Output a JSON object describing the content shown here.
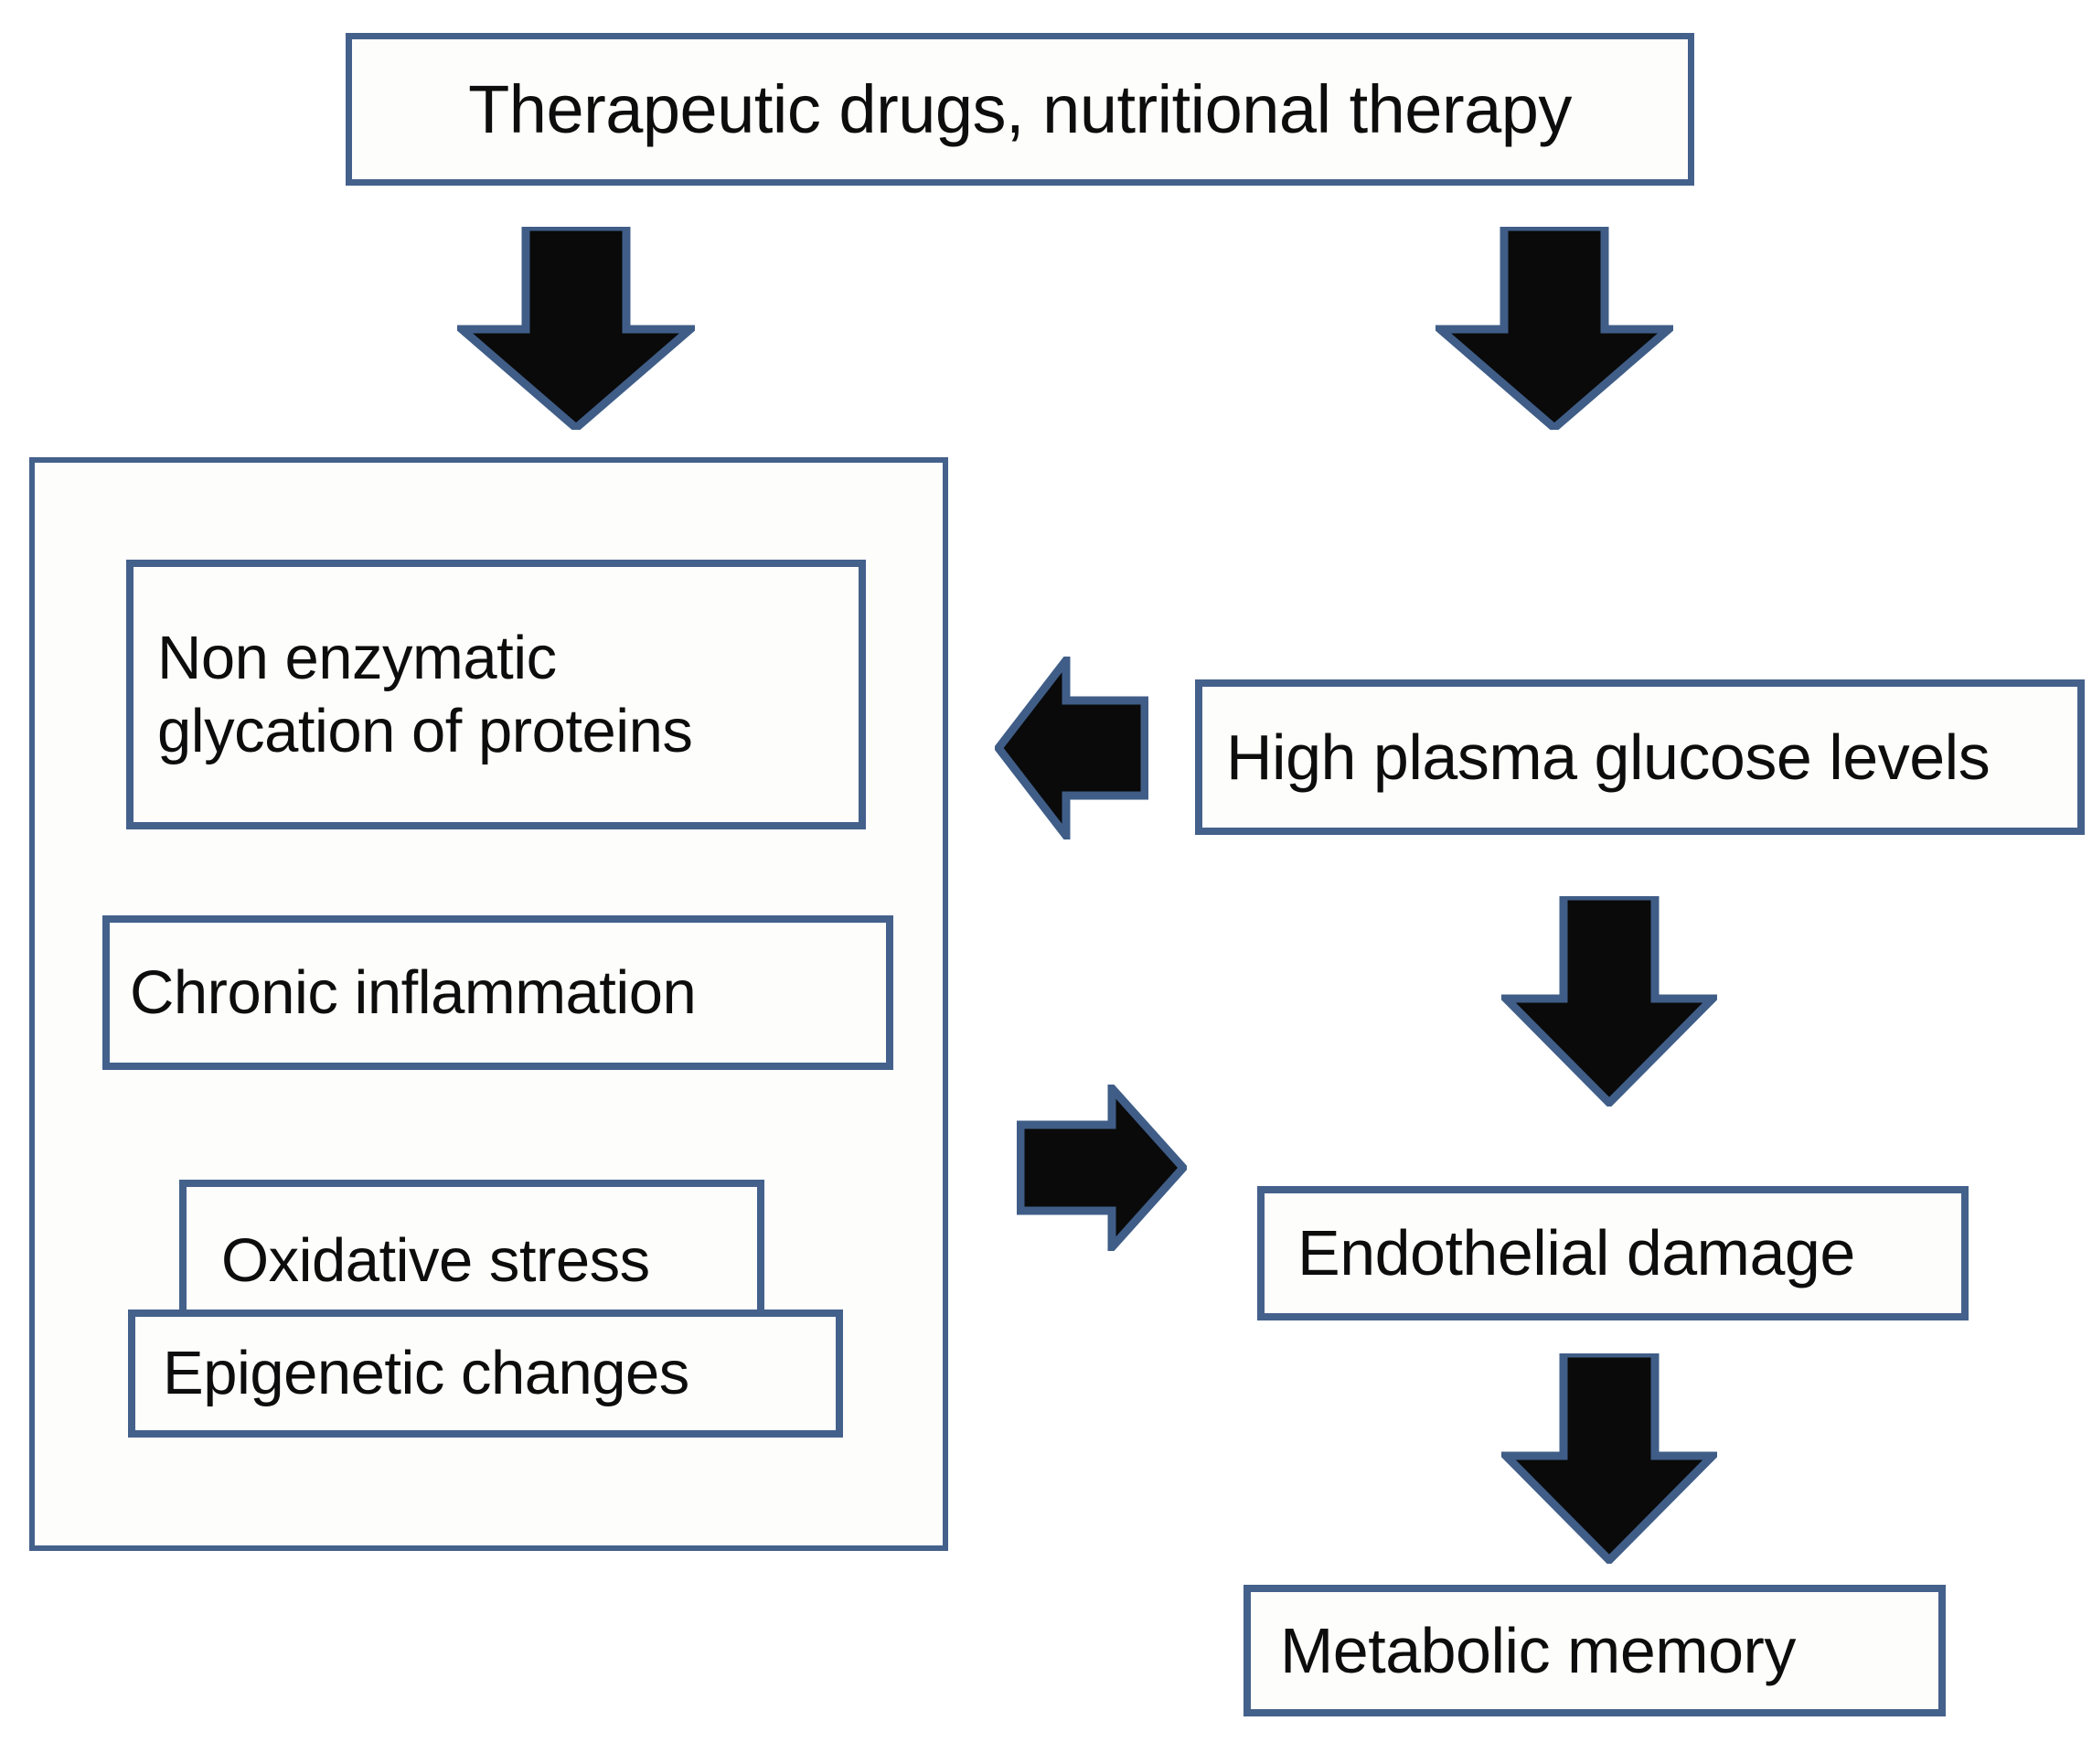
{
  "figure": {
    "type": "flowchart",
    "background_color": "#ffffff",
    "box_border_color": "#44618c",
    "box_fill_color": "#fdfdfc",
    "arrow_fill_color": "#0a0a0a",
    "arrow_outline_color": "#44618c",
    "text_color": "#0d0d0d"
  },
  "nodes": {
    "therapy": {
      "label": "Therapeutic drugs, nutritional therapy"
    },
    "glycation": {
      "label": "Non enzymatic\nglycation of proteins"
    },
    "inflammation": {
      "label": "Chronic inflammation"
    },
    "oxidative": {
      "label": "Oxidative stress"
    },
    "epigenetic": {
      "label": "Epigenetic changes"
    },
    "glucose": {
      "label": "High plasma glucose levels"
    },
    "endothelial": {
      "label": "Endothelial damage"
    },
    "memory": {
      "label": "Metabolic memory"
    }
  },
  "arrows": [
    {
      "name": "therapy-to-mechanisms",
      "direction": "down",
      "from": "therapy",
      "to": "mechanisms-group"
    },
    {
      "name": "therapy-to-glucose",
      "direction": "down",
      "from": "therapy",
      "to": "glucose"
    },
    {
      "name": "glucose-to-mechanisms",
      "direction": "left",
      "from": "glucose",
      "to": "mechanisms-group"
    },
    {
      "name": "mechanisms-to-endothelial",
      "direction": "right",
      "from": "mechanisms-group",
      "to": "endothelial"
    },
    {
      "name": "glucose-to-endothelial",
      "direction": "down",
      "from": "glucose",
      "to": "endothelial"
    },
    {
      "name": "endothelial-to-memory",
      "direction": "down",
      "from": "endothelial",
      "to": "memory"
    }
  ],
  "chart_data": {
    "type": "diagram",
    "title": "",
    "nodes": [
      "Therapeutic drugs, nutritional therapy",
      "Non enzymatic glycation of proteins",
      "Chronic inflammation",
      "Oxidative stress",
      "Epigenetic changes",
      "High plasma glucose levels",
      "Endothelial damage",
      "Metabolic memory"
    ],
    "edges": [
      [
        "Therapeutic drugs, nutritional therapy",
        "Non enzymatic glycation of proteins"
      ],
      [
        "Therapeutic drugs, nutritional therapy",
        "High plasma glucose levels"
      ],
      [
        "High plasma glucose levels",
        "Non enzymatic glycation of proteins"
      ],
      [
        "Non enzymatic glycation of proteins",
        "Endothelial damage"
      ],
      [
        "High plasma glucose levels",
        "Endothelial damage"
      ],
      [
        "Endothelial damage",
        "Metabolic memory"
      ]
    ]
  }
}
